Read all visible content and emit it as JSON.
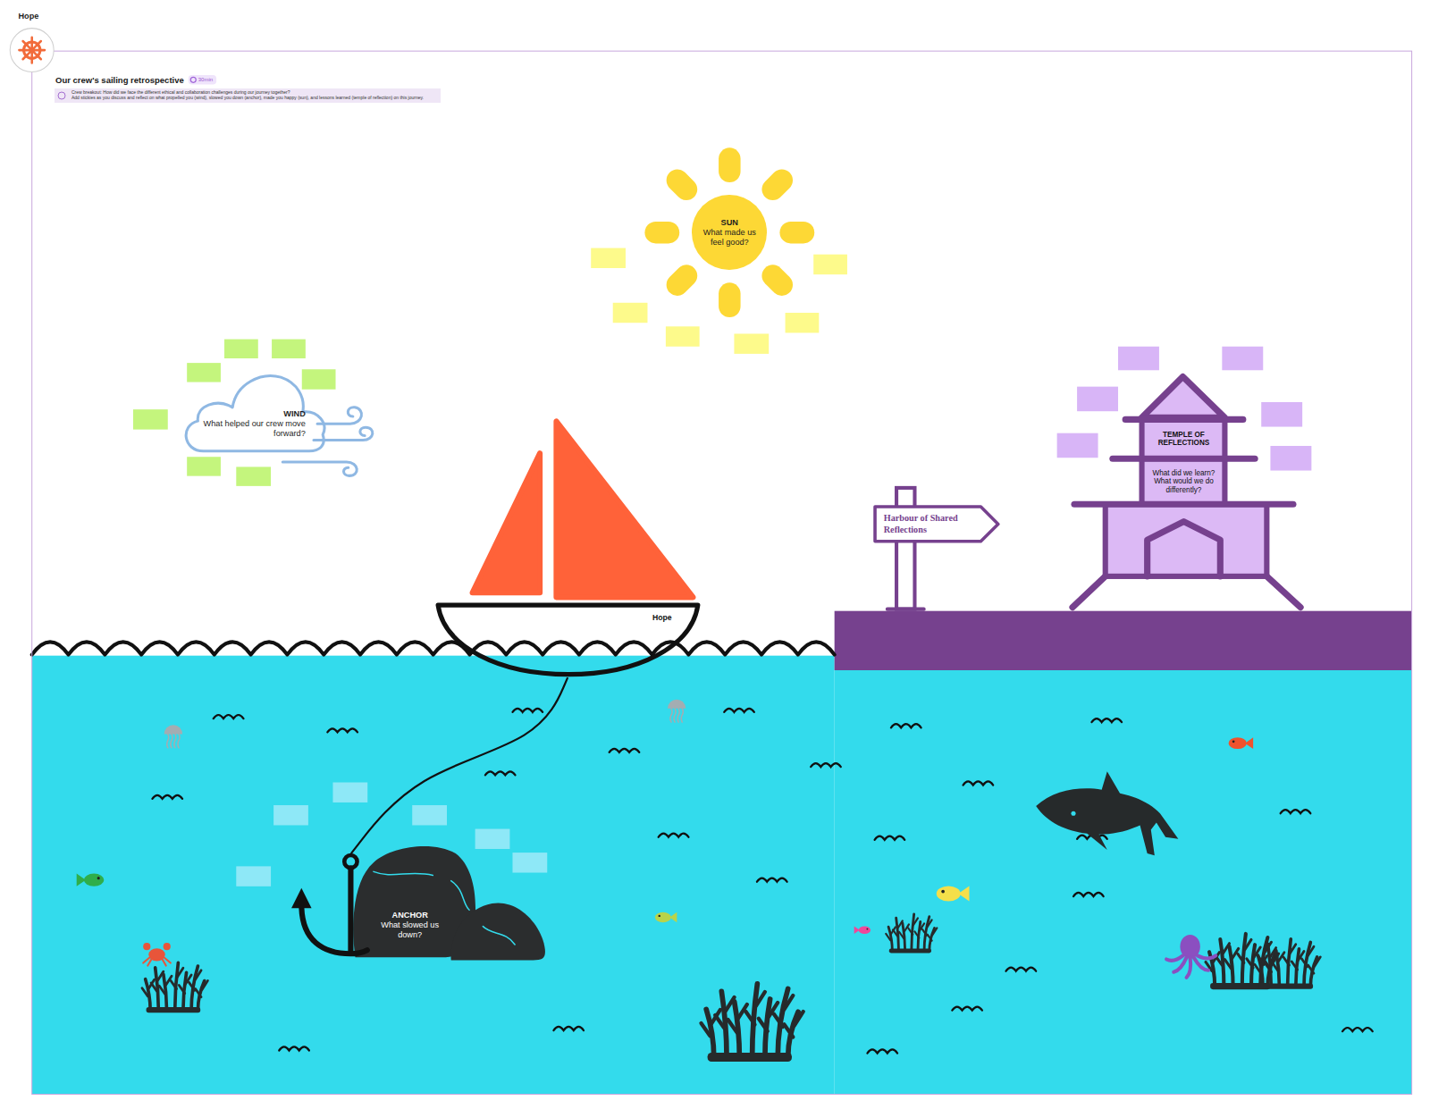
{
  "diagram": {
    "title": "Our crew's sailing retrospective",
    "nodes": [
      {
        "text": [
          "Hope"
        ]
      },
      {
        "text": [
          "SUN",
          "What made us feel good?"
        ],
        "in": 0
      },
      {
        "text": [
          "WIND",
          "What helped our crew move forward?"
        ],
        "in": 0
      },
      {
        "text": [
          "TEMPLE OF REFLECTIONS"
        ],
        "in": 0
      },
      {
        "text": [
          "What did we learn? What would we do differently?"
        ],
        "in": 0
      },
      {
        "text": [
          "Harbour of Shared Reflections"
        ],
        "in": 0
      },
      {
        "text": [
          "Hope"
        ],
        "in": 0
      },
      {
        "text": [
          "ANCHOR",
          "What slowed us down?"
        ],
        "in": 0
      }
    ],
    "edges": [
      {
        "from": 6,
        "to": 7,
        "arrow": "none"
      }
    ],
    "labels": [
      "30min",
      "Crew breakout: How did we face the different ethical and collaboration challenges during our journey together?",
      "Add stickies as you discuss and reflect on what propelled you (wind), slowed you down (anchor), made you happy (sun), and lessons learned (temple of reflection) on this journey."
    ]
  }
}
